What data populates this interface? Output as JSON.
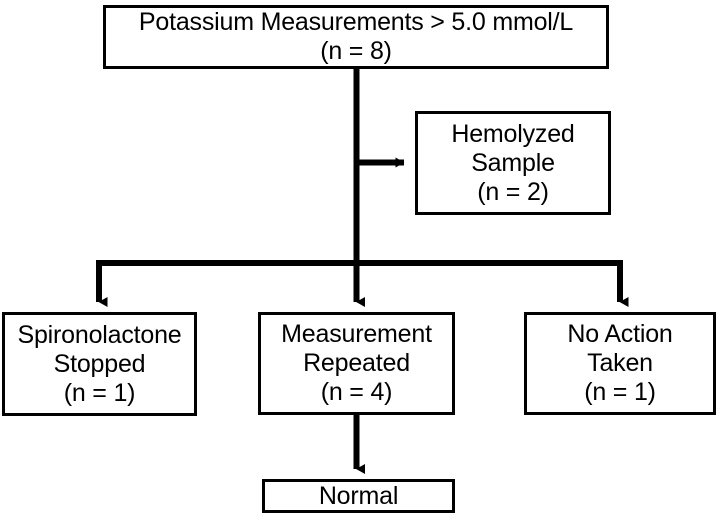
{
  "figure": {
    "type": "flowchart",
    "title": "Potassium Measurements Flowchart",
    "orientation": "top-down",
    "stroke_color": "#000000",
    "fill_color": "#ffffff",
    "text_color": "#000000"
  },
  "nodes": {
    "root": {
      "line1": "Potassium Measurements > 5.0 mmol/L",
      "line2": "(n = 8)",
      "count": 8
    },
    "hemolyzed": {
      "line1": "Hemolyzed",
      "line2": "Sample",
      "line3": "(n = 2)",
      "count": 2
    },
    "spironolactone": {
      "line1": "Spironolactone",
      "line2": "Stopped",
      "line3": "(n = 1)",
      "count": 1
    },
    "measurement": {
      "line1": "Measurement",
      "line2": "Repeated",
      "line3": "(n = 4)",
      "count": 4
    },
    "noaction": {
      "line1": "No Action",
      "line2": "Taken",
      "line3": "(n = 1)",
      "count": 1
    },
    "normal": {
      "line1": "Normal"
    }
  },
  "edges": [
    {
      "from": "root",
      "to": "hemolyzed",
      "style": "elbow-right-arrow"
    },
    {
      "from": "root",
      "to": "spironolactone",
      "style": "branch-down-arrow"
    },
    {
      "from": "root",
      "to": "measurement",
      "style": "straight-down-arrow"
    },
    {
      "from": "root",
      "to": "noaction",
      "style": "branch-down-arrow"
    },
    {
      "from": "measurement",
      "to": "normal",
      "style": "straight-down-arrow"
    }
  ]
}
